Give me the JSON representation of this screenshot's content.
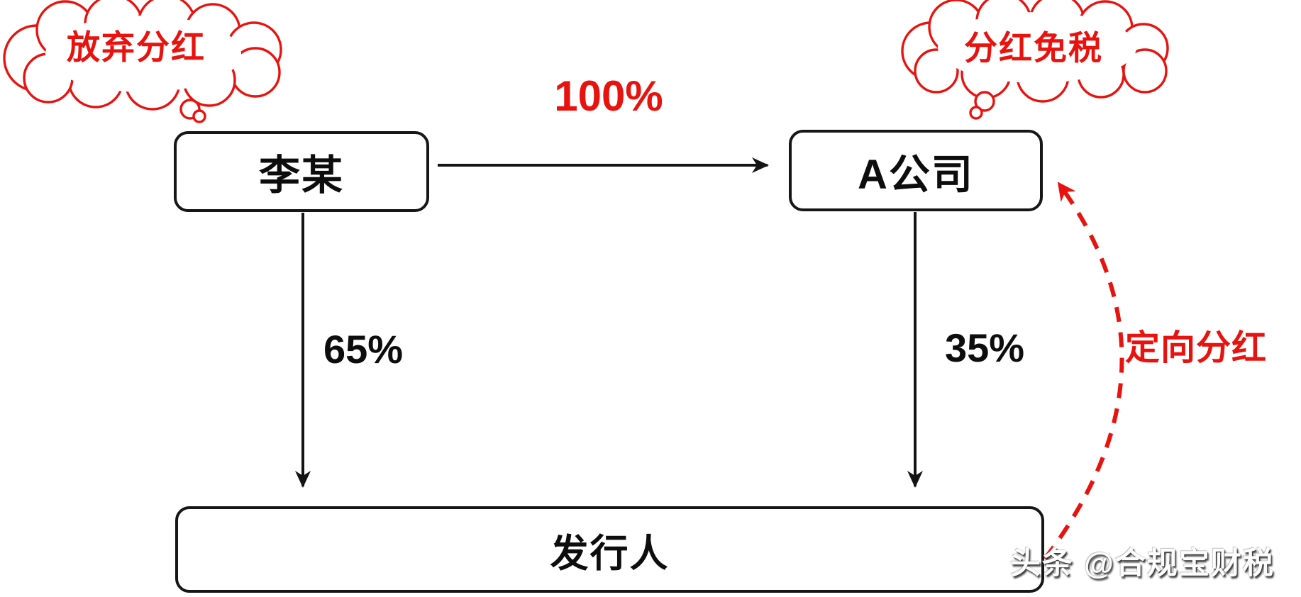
{
  "diagram": {
    "title_hint": "equity-structure-dividend-diagram",
    "colors": {
      "accent_red": "#e8130f",
      "line_black": "#141414"
    },
    "clouds": [
      {
        "id": "left",
        "label": "放弃分红"
      },
      {
        "id": "right",
        "label": "分红免税"
      }
    ],
    "nodes": [
      {
        "id": "li",
        "label": "李某"
      },
      {
        "id": "company-a",
        "label": "A公司"
      },
      {
        "id": "issuer",
        "label": "发行人"
      }
    ],
    "edges": [
      {
        "from": "li",
        "to": "company-a",
        "label": "100%",
        "style": "solid-black-arrow"
      },
      {
        "from": "li",
        "to": "issuer",
        "label": "65%",
        "style": "solid-black-arrow"
      },
      {
        "from": "company-a",
        "to": "issuer",
        "label": "35%",
        "style": "solid-black-arrow"
      },
      {
        "from": "issuer",
        "to": "company-a",
        "label": "定向分红",
        "style": "dashed-red-arrow"
      }
    ],
    "watermark": "头条 @合规宝财税"
  }
}
